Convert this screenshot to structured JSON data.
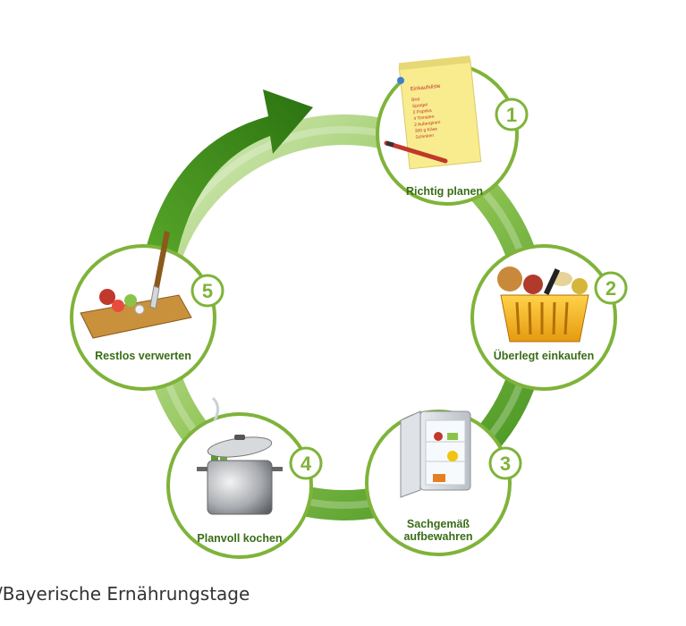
{
  "caption": "/Bayerische Ernährungstage",
  "colors": {
    "ring_dark": "#4b9a1f",
    "ring_light": "#b8d98a",
    "arrow_dark": "#2f7d14",
    "circle_border": "#7fb33a",
    "label": "#3a6d17"
  },
  "steps": [
    {
      "number": "1",
      "label": [
        "Richtig planen"
      ],
      "icon": "shopping-list-icon",
      "list_title": "Einkaufsliste",
      "list_items": [
        "Brot",
        "Spargel",
        "2 Paprika",
        "4 Tomaten",
        "2 Auberginen",
        "300 g Käse",
        "Schinken"
      ]
    },
    {
      "number": "2",
      "label": [
        "Überlegt einkaufen"
      ],
      "icon": "shopping-basket-icon"
    },
    {
      "number": "3",
      "label": [
        "Sachgemäß",
        "aufbewahren"
      ],
      "icon": "fridge-icon"
    },
    {
      "number": "4",
      "label": [
        "Planvoll kochen"
      ],
      "icon": "cooking-pot-icon"
    },
    {
      "number": "5",
      "label": [
        "Restlos verwerten"
      ],
      "icon": "cutting-board-icon"
    }
  ]
}
